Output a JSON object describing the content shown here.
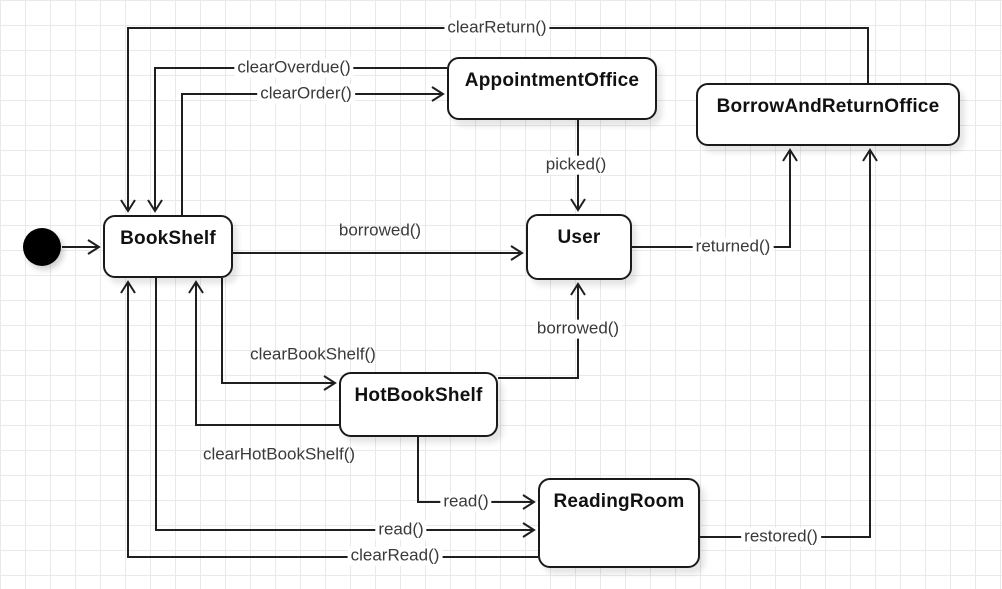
{
  "diagram": {
    "type": "uml-state-machine",
    "states": [
      {
        "id": "bookshelf",
        "label": "BookShelf"
      },
      {
        "id": "appointment-office",
        "label": "AppointmentOffice"
      },
      {
        "id": "borrow-and-return-office",
        "label": "BorrowAndReturnOffice"
      },
      {
        "id": "user",
        "label": "User"
      },
      {
        "id": "hot-book-shelf",
        "label": "HotBookShelf"
      },
      {
        "id": "reading-room",
        "label": "ReadingRoom"
      }
    ],
    "initial_state": {
      "to": "BookShelf"
    },
    "transitions": [
      {
        "from": "BorrowAndReturnOffice",
        "to": "BookShelf",
        "label": "clearReturn()"
      },
      {
        "from": "AppointmentOffice",
        "to": "BookShelf",
        "label": "clearOverdue()"
      },
      {
        "from": "BookShelf",
        "to": "AppointmentOffice",
        "label": "clearOrder()"
      },
      {
        "from": "BookShelf",
        "to": "User",
        "label": "borrowed()"
      },
      {
        "from": "AppointmentOffice",
        "to": "User",
        "label": "picked()"
      },
      {
        "from": "User",
        "to": "BorrowAndReturnOffice",
        "label": "returned()"
      },
      {
        "from": "HotBookShelf",
        "to": "User",
        "label": "borrowed()"
      },
      {
        "from": "BookShelf",
        "to": "HotBookShelf",
        "label": "clearBookShelf()"
      },
      {
        "from": "HotBookShelf",
        "to": "BookShelf",
        "label": "clearHotBookShelf()"
      },
      {
        "from": "HotBookShelf",
        "to": "ReadingRoom",
        "label": "read()"
      },
      {
        "from": "BookShelf",
        "to": "ReadingRoom",
        "label": "read()"
      },
      {
        "from": "ReadingRoom",
        "to": "BookShelf",
        "label": "clearRead()"
      },
      {
        "from": "ReadingRoom",
        "to": "BorrowAndReturnOffice",
        "label": "restored()"
      }
    ],
    "colors": {
      "background": "#ffffff",
      "grid": "#e9e9e9",
      "line": "#1f1f1f",
      "state_fill": "#ffffff",
      "state_border": "#1a1a1a",
      "state_text": "#111111",
      "label_text": "#3a3a3a",
      "initial_dot": "#000000"
    }
  }
}
